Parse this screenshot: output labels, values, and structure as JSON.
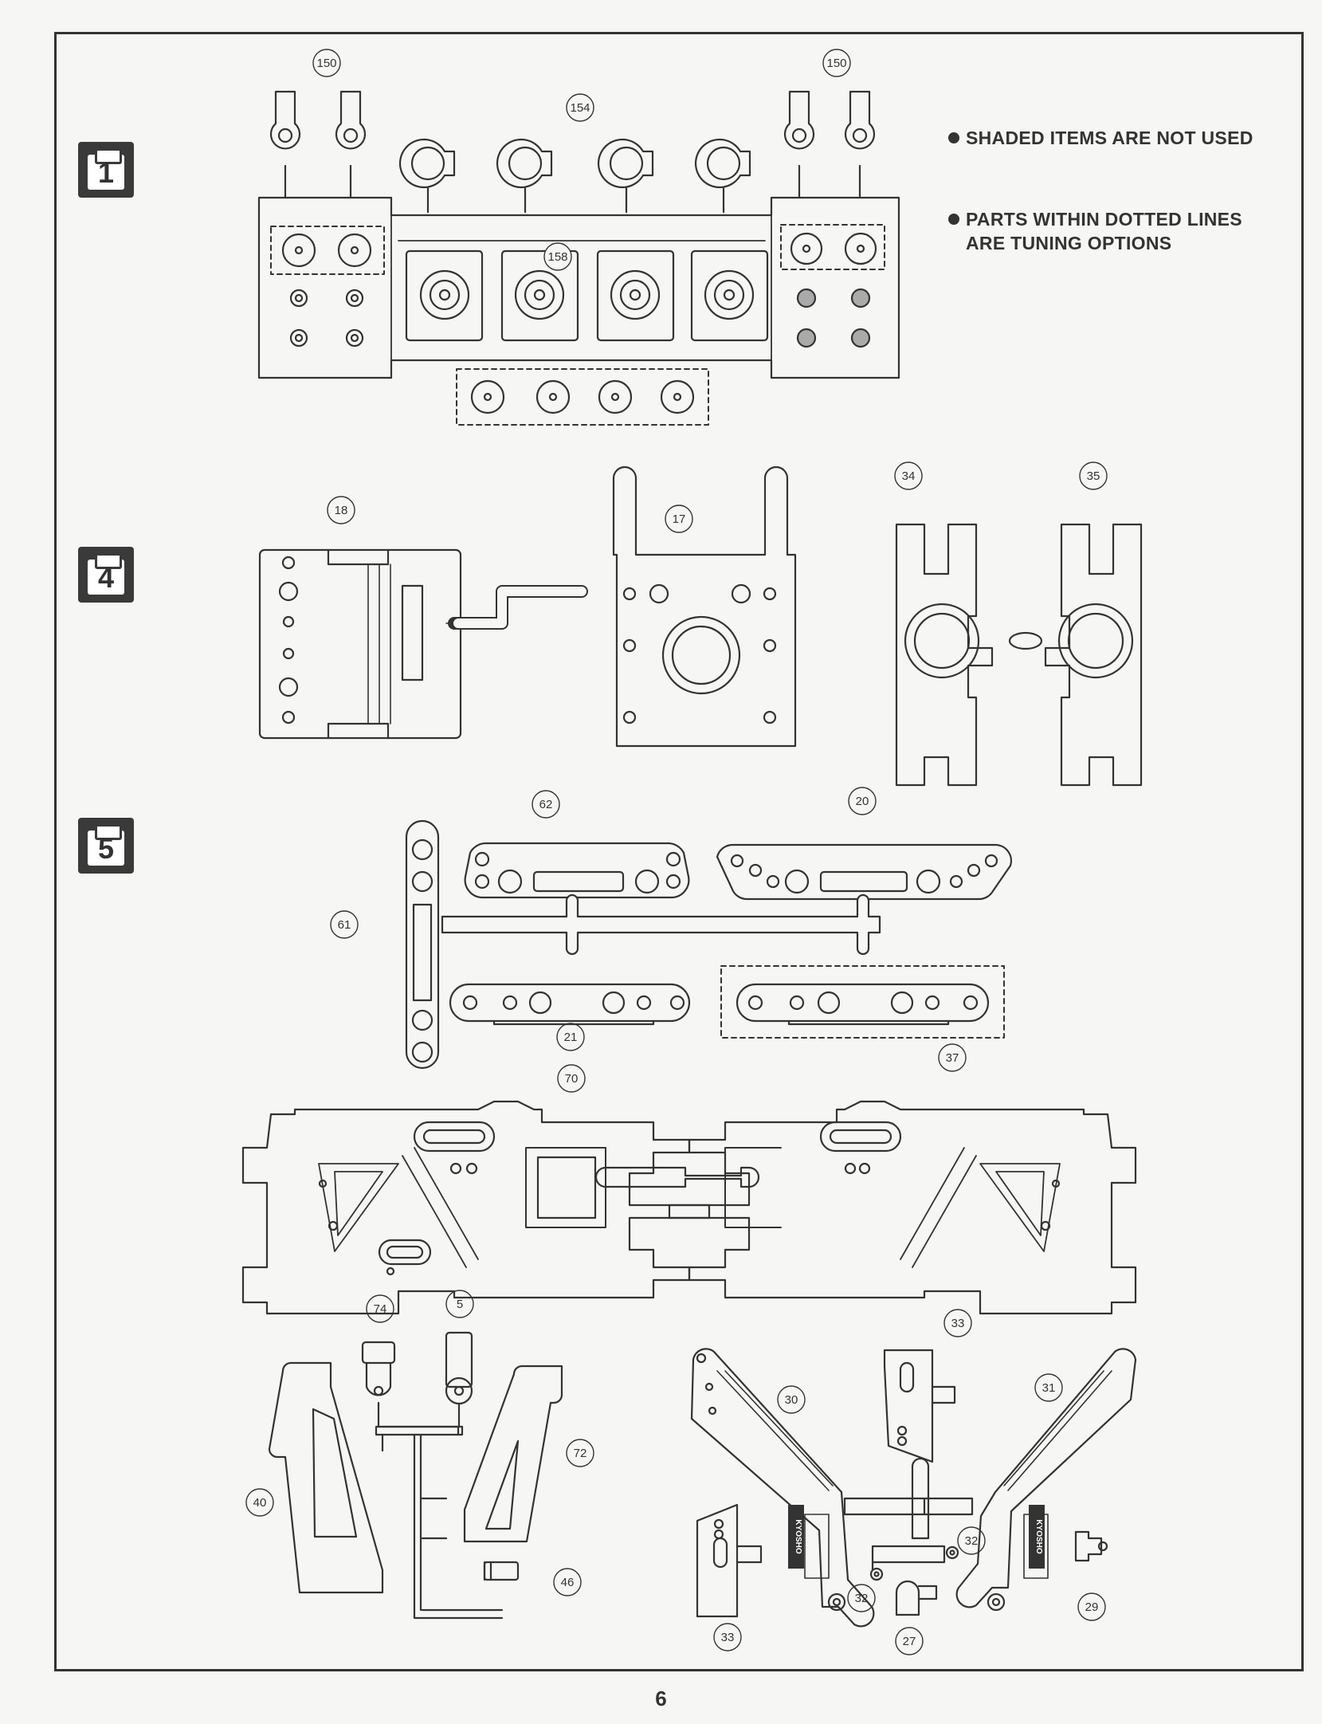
{
  "notes": {
    "line1": "SHADED ITEMS ARE NOT USED",
    "line2a": "PARTS WITHIN DOTTED LINES",
    "line2b": "ARE TUNING OPTIONS"
  },
  "steps": [
    "1",
    "4",
    "5"
  ],
  "callouts": {
    "c150a": "150",
    "c150b": "150",
    "c154": "154",
    "c158": "158",
    "c18": "18",
    "c17": "17",
    "c34": "34",
    "c35": "35",
    "c62": "62",
    "c20": "20",
    "c61": "61",
    "c21": "21",
    "c70": "70",
    "c37": "37",
    "c74": "74",
    "c5": "5",
    "c72": "72",
    "c40": "40",
    "c46": "46",
    "c33a": "33",
    "c30": "30",
    "c31": "31",
    "c32a": "32",
    "c32b": "32",
    "c33b": "33",
    "c27": "27",
    "c29": "29"
  },
  "stamps": {
    "left": "KYOSHO",
    "right": "KYOSHO"
  },
  "page_number": "6"
}
